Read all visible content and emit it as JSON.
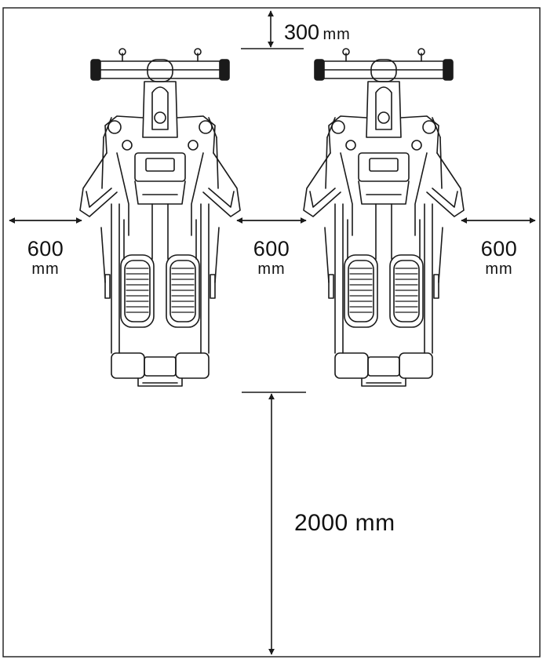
{
  "labels": {
    "top_clearance": {
      "value": "300",
      "unit": "mm"
    },
    "left_clearance": {
      "value": "600",
      "unit": "mm"
    },
    "middle_clearance": {
      "value": "600",
      "unit": "mm"
    },
    "right_clearance": {
      "value": "600",
      "unit": "mm"
    },
    "rear_clearance": "2000 mm"
  },
  "colors": {
    "line": "#1a1a1a",
    "background": "#ffffff"
  },
  "icons": [
    "elliptical-trainer-icon",
    "arrow-icon"
  ]
}
